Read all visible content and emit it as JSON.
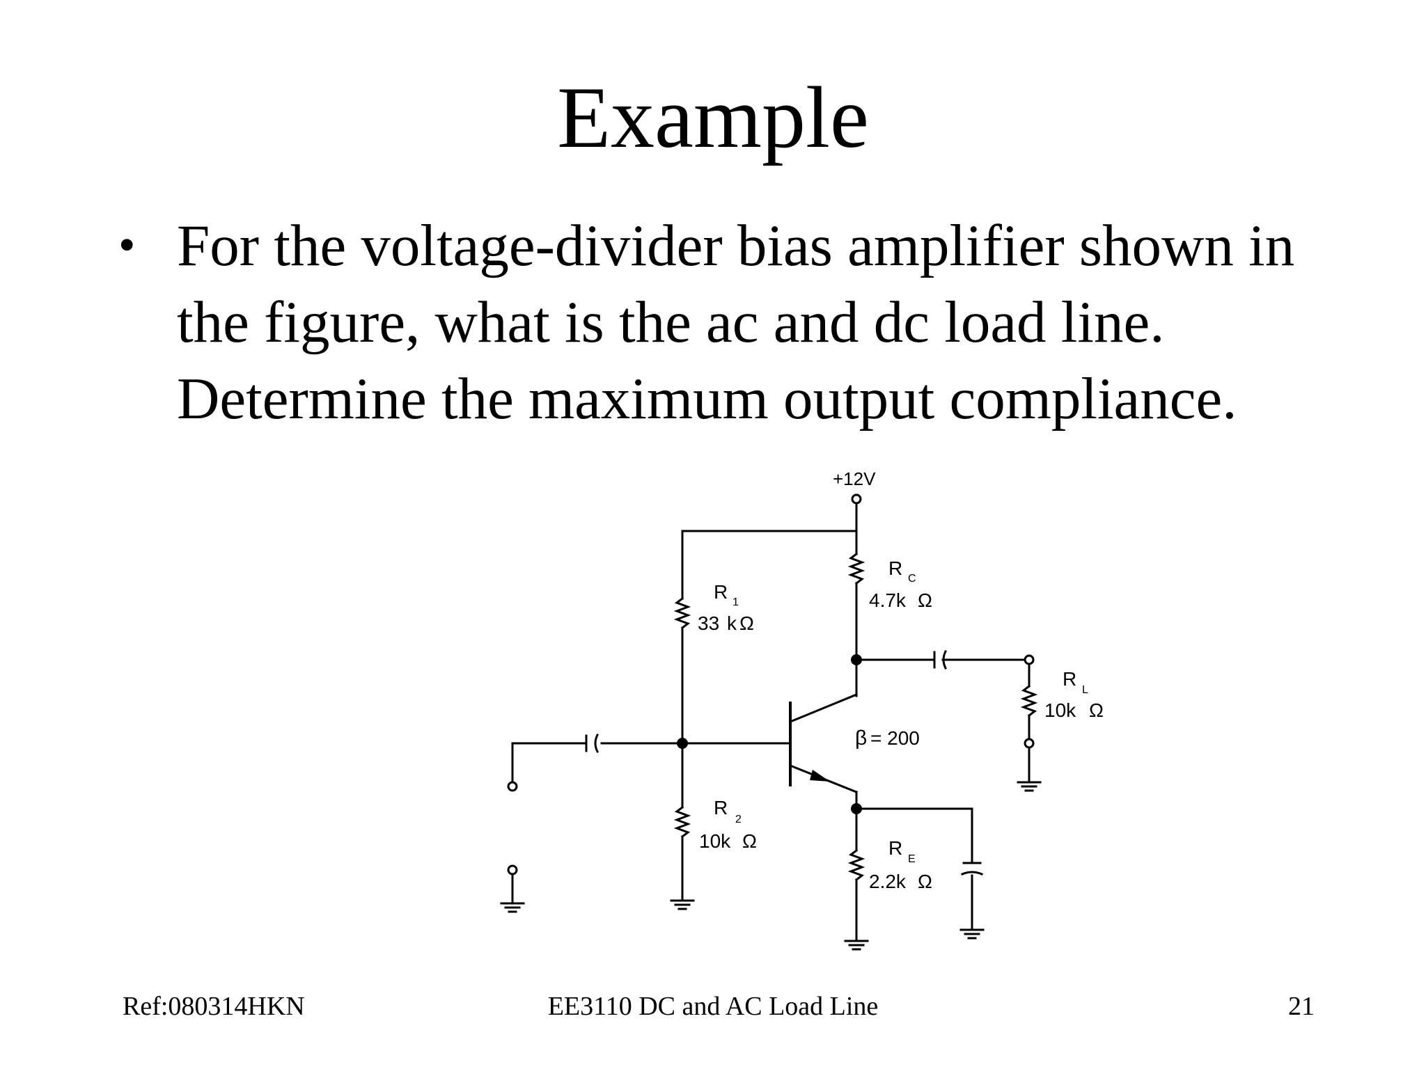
{
  "slide": {
    "title": "Example",
    "bullet": "For the voltage-divider bias amplifier shown in the figure, what is the ac and dc load line. Determine the maximum output compliance.",
    "circuit": {
      "supply": "+12V",
      "r1": {
        "name": "R",
        "sub": "1",
        "value": "33",
        "unit_k": "k",
        "unit": "Ω"
      },
      "r2": {
        "name": "R",
        "sub": "2",
        "value": "10k",
        "unit": "Ω"
      },
      "rc": {
        "name": "R",
        "sub": "C",
        "value": "4.7k",
        "unit": "Ω"
      },
      "re": {
        "name": "R",
        "sub": "E",
        "value": "2.2k",
        "unit": "Ω"
      },
      "rl": {
        "name": "R",
        "sub": "L",
        "value": "10k",
        "unit": "Ω"
      },
      "beta": "β",
      "beta_value": "= 200"
    },
    "footer": {
      "left": "Ref:080314HKN",
      "center": "EE3110 DC and AC Load Line",
      "right": "21"
    }
  }
}
